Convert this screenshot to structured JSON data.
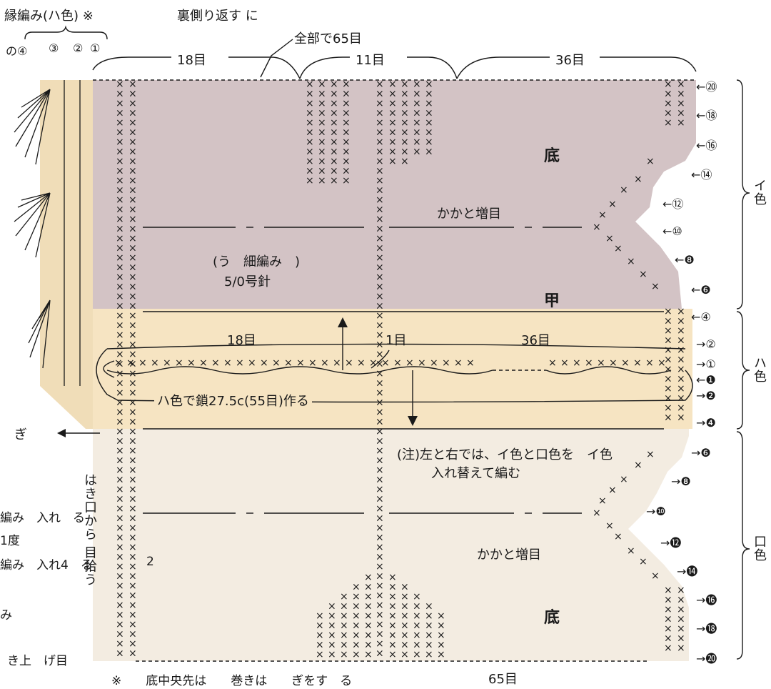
{
  "header": {
    "edge_title": "縁編み(ハ色) ※",
    "top_note": "裏側り返す に",
    "edge_rows": [
      "の④",
      "③",
      "②",
      "①"
    ],
    "total": "全部で65目",
    "count_left": "18目",
    "count_mid": "11目",
    "count_right": "36目"
  },
  "colors": {
    "i_color_bg": "#d3c3c5",
    "ha_color_bg": "#f6e4c2",
    "ro_color_bg": "#f3ece1",
    "edge_bg": "#f0ddb8",
    "mark": "#1a1a1a"
  },
  "sections": {
    "sole_top": "底",
    "instep": "甲",
    "sole_bottom": "底",
    "heel_inc_top": "かかと増目",
    "heel_inc_bottom": "かかと増目",
    "stitch_note": "(う　細編み　)",
    "needle": "5/0号針"
  },
  "foundation": {
    "count_left": "18目",
    "count_mid": "1目",
    "count_right": "36目",
    "chain_label": "ハ色で鎖27.5c(55目)作る"
  },
  "note": {
    "line1": "(注)左と右では、イ色と口色を　イ色",
    "line2": "入れ替えて編む"
  },
  "left_side": {
    "gi": "ぎ",
    "vertical": "はき口から 目拾う",
    "row_a": "編み　入れ　る",
    "row_b": "1度",
    "row_c": "編み　入れ4　る",
    "row_c2": "2",
    "row_d": "み",
    "row_e": "き上　げ目"
  },
  "footer": {
    "note": "※　　底中央先は　　巻きは　　ぎをす　る",
    "count": "65目"
  },
  "row_labels_right": {
    "r20": "←⑳",
    "r18": "←⑱",
    "r16": "←⑯",
    "r14": "←⑭",
    "r12": "←⑫",
    "r10": "←⑩",
    "r8": "←❽",
    "r6": "←❻",
    "r4_top": "←④",
    "r2_top": "→②",
    "r1": "→①",
    "b1": "←❶",
    "b2": "→❷",
    "b4": "→❹",
    "b6": "→❻",
    "b8": "→❽",
    "b10": "→❿",
    "b12": "→⓬",
    "b14": "→⓮",
    "b16": "→⓰",
    "b18": "→⓲",
    "b20": "→⓴"
  },
  "color_labels": {
    "i": "イ色",
    "ha": "ハ色",
    "ro": "口色"
  }
}
